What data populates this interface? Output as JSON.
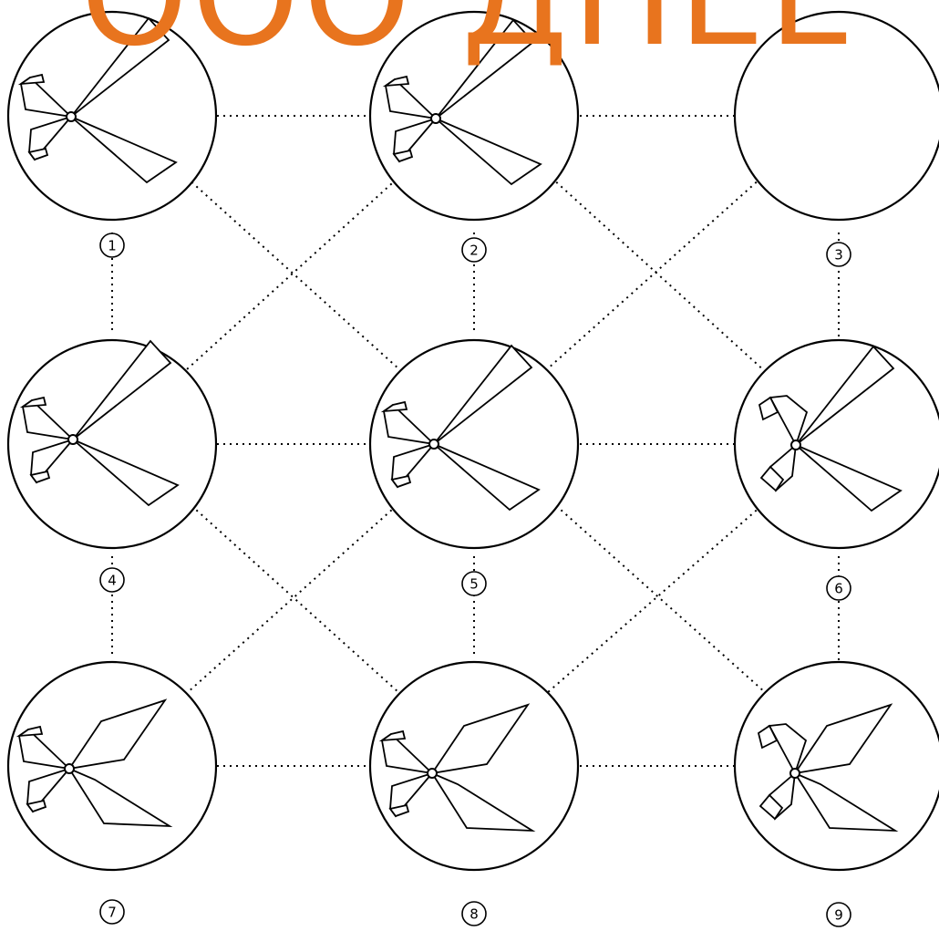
{
  "banner": {
    "text": "ООО ДНЕЕ",
    "color": "#e8741e"
  },
  "colors": {
    "ink": "#000000",
    "paper": "#ffffff"
  },
  "cells": [
    {
      "label": "1",
      "wings": "wide-wide",
      "tails": "up-down"
    },
    {
      "label": "2",
      "wings": "wide-wide",
      "tails": "up-down"
    },
    {
      "label": "3",
      "wings": "empty",
      "tails": "empty"
    },
    {
      "label": "4",
      "wings": "wide-wide",
      "tails": "up-down"
    },
    {
      "label": "5",
      "wings": "wide-wide",
      "tails": "up-down"
    },
    {
      "label": "6",
      "wings": "wide-wide",
      "tails": "slanted"
    },
    {
      "label": "7",
      "wings": "narrow-narrow",
      "tails": "up-down"
    },
    {
      "label": "8",
      "wings": "narrow-narrow",
      "tails": "up-down"
    },
    {
      "label": "9",
      "wings": "narrow-narrow",
      "tails": "slanted"
    }
  ]
}
